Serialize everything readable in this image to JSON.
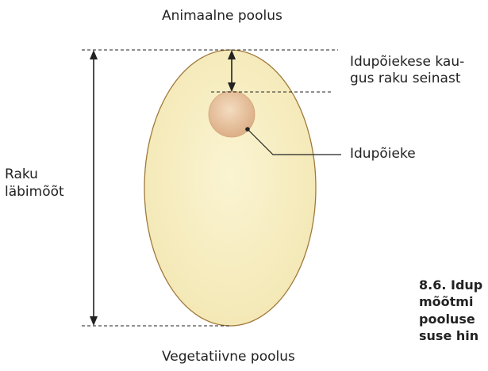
{
  "labels": {
    "animal_pole": "Animaalne poolus",
    "vegetal_pole": "Vegetatiivne poolus",
    "nucleus_distance_line1": "Idupõiekese kau-",
    "nucleus_distance_line2": "gus raku seinast",
    "nucleus": "Idupõieke",
    "cell_diameter_line1": "Raku",
    "cell_diameter_line2": "läbimõõt"
  },
  "caption": {
    "line1": "8.6. Idup",
    "line2": "mõõtmi",
    "line3": "pooluse",
    "line4": "suse hin"
  },
  "colors": {
    "cell_fill": "#f7eec0",
    "cell_stroke": "#a07a3c",
    "nucleus_fill": "#e9c9a4",
    "nucleus_edge": "#d9a97f",
    "line": "#222222"
  }
}
